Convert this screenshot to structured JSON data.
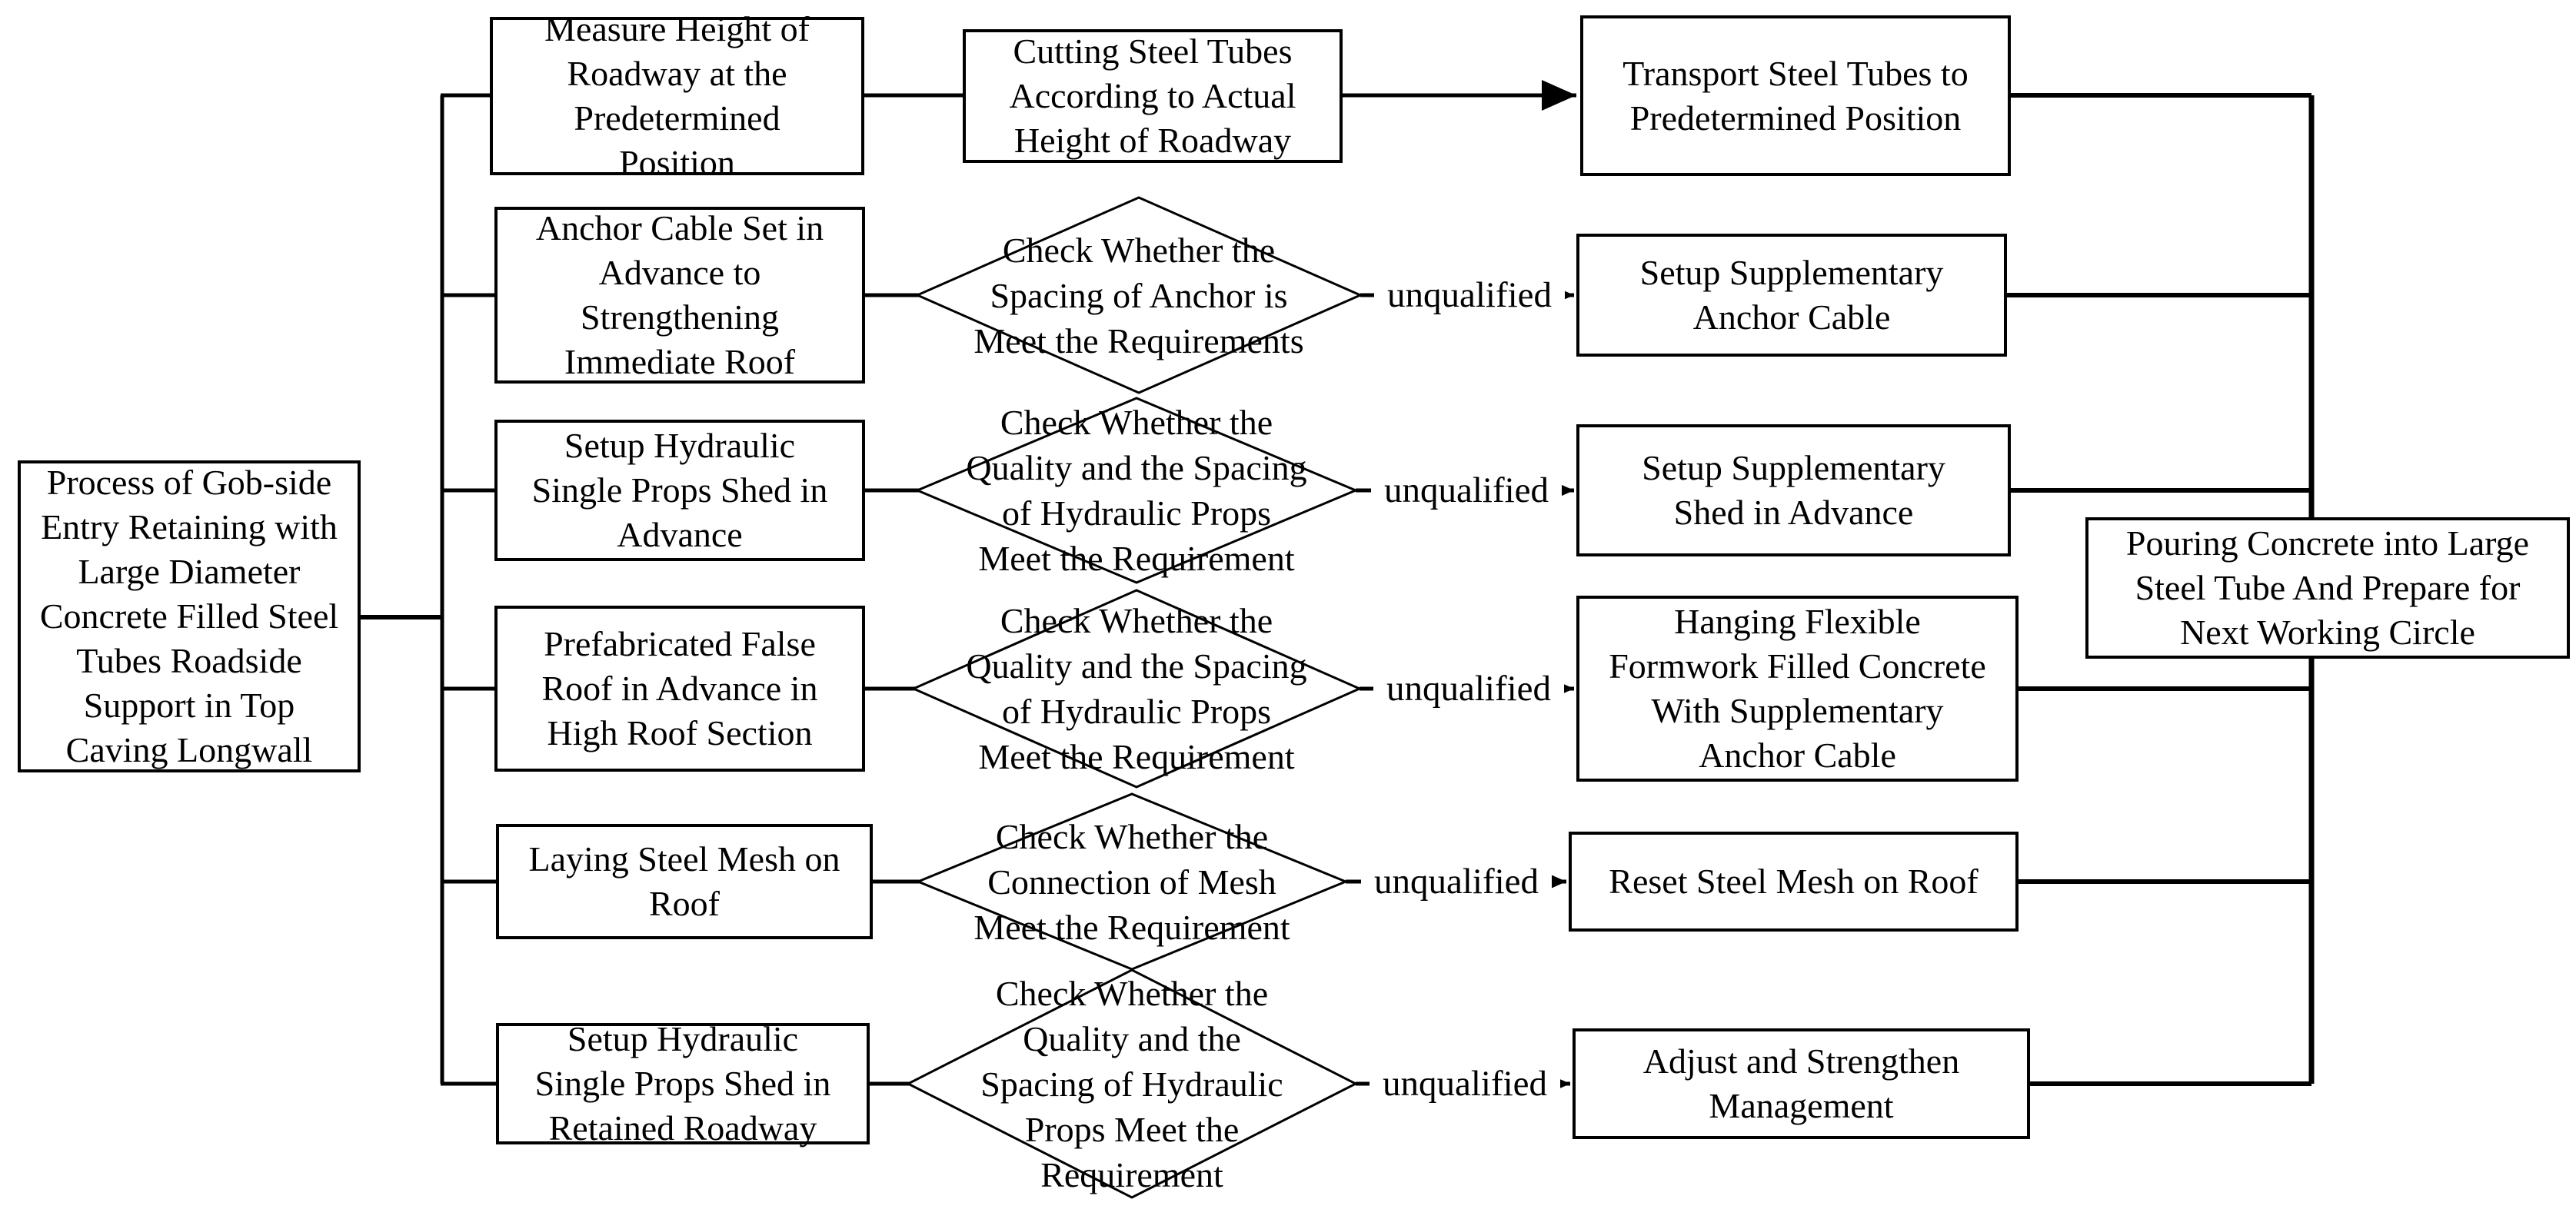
{
  "diagram": {
    "colors": {
      "stroke": "#000000",
      "background": "#ffffff"
    },
    "unqualified": "unqualified",
    "nodes": {
      "root": "Process of Gob-side\nEntry Retaining with\nLarge Diameter\nConcrete Filled Steel\nTubes Roadside\nSupport in Top\nCaving Longwall",
      "measure_height": "Measure Height of\nRoadway at the\nPredetermined\nPosition",
      "cutting_tubes": "Cutting Steel Tubes\nAccording to Actual\nHeight of Roadway",
      "transport_tubes": "Transport Steel Tubes to\nPredetermined Position",
      "anchor_cable": "Anchor Cable Set in\nAdvance to\nStrengthening\nImmediate Roof",
      "setup_supplementary_anchor": "Setup Supplementary\nAnchor Cable",
      "props_shed_advance": "Setup Hydraulic\nSingle Props Shed in\nAdvance",
      "setup_supplementary_shed": "Setup Supplementary\nShed in Advance",
      "prefabricated_roof": "Prefabricated False\nRoof in Advance in\nHigh Roof Section",
      "hanging_formwork": "Hanging Flexible\nFormwork Filled Concrete\nWith Supplementary\nAnchor Cable",
      "laying_mesh": "Laying Steel Mesh on\nRoof",
      "reset_mesh": "Reset Steel Mesh on Roof",
      "props_shed_retained": "Setup Hydraulic\nSingle Props Shed in\nRetained Roadway",
      "adjust_management": "Adjust and Strengthen\nManagement",
      "pouring_concrete": "Pouring Concrete into Large\nSteel Tube And Prepare for\nNext Working Circle"
    },
    "decisions": {
      "check_anchor_spacing": "Check Whether the\nSpacing of Anchor  is\nMeet the Requirements",
      "check_props_quality_1": "Check Whether the\nQuality and the Spacing\nof Hydraulic Props\nMeet the Requirement",
      "check_props_quality_2": "Check Whether the\nQuality and the Spacing\nof Hydraulic Props\nMeet the Requirement",
      "check_mesh_connection": "Check Whether the\nConnection of Mesh\nMeet the Requirement",
      "check_props_quality_3": "Check Whether the\nQuality and the\nSpacing of Hydraulic\nProps Meet the\nRequirement"
    }
  }
}
